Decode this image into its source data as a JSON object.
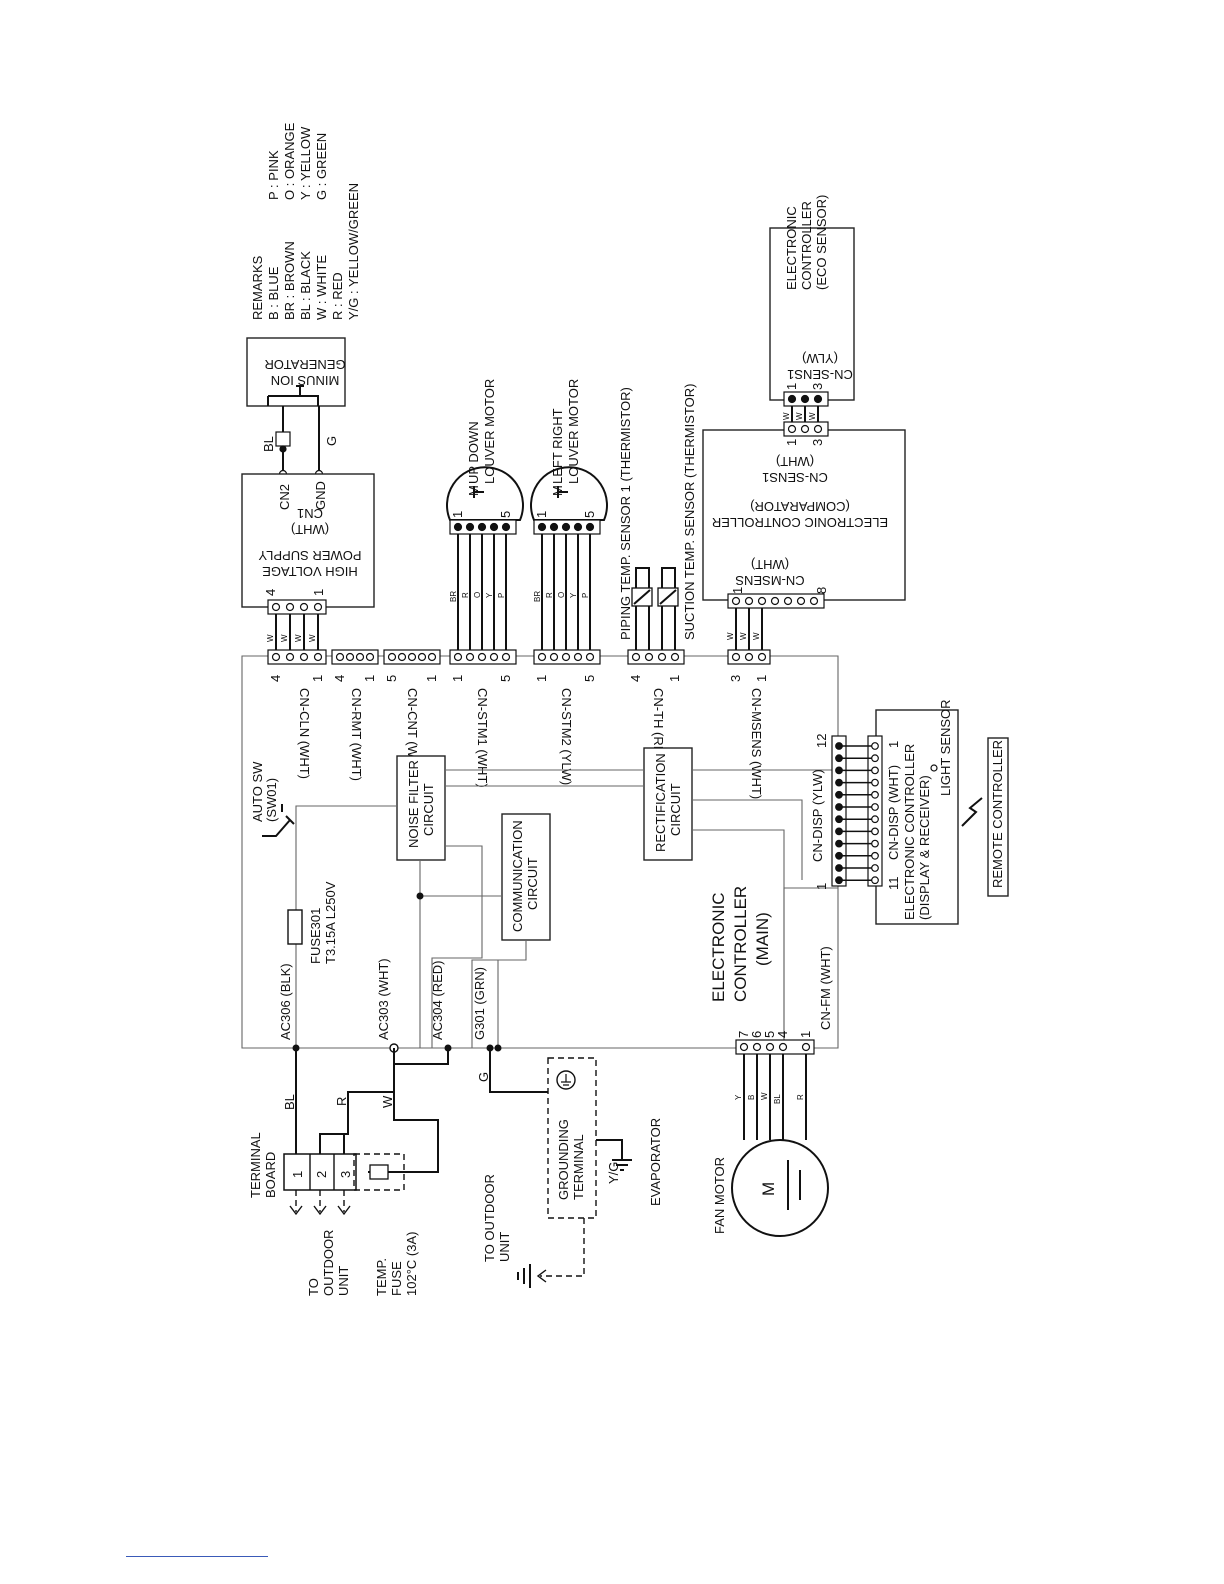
{
  "remarks": {
    "title": "REMARKS",
    "colors": [
      "B  : BLUE",
      "BR : BROWN",
      "BL : BLACK",
      "W  : WHITE",
      "R  : RED",
      "Y/G : YELLOW/GREEN",
      "P : PINK",
      "O : ORANGE",
      "Y : YELLOW",
      "G : GREEN"
    ]
  },
  "components": {
    "minus_ion": [
      "MINUS ION",
      "GENERATOR"
    ],
    "hv_supply": [
      "HIGH VOLTAGE",
      "POWER SUPPLY",
      "(WHT)",
      "CN1"
    ],
    "hv_pins": [
      "CN2",
      "GND"
    ],
    "up_down": [
      "UP DOWN",
      "LOUVER MOTOR"
    ],
    "left_right": [
      "LEFT RIGHT",
      "LOUVER MOTOR"
    ],
    "piping_sensor": "PIPING TEMP. SENSOR 1 (THERMISTOR)",
    "suction_sensor": "SUCTION TEMP. SENSOR (THERMISTOR)",
    "comparator": [
      "ELECTRONIC CONTROLLER",
      "(COMPARATOR)",
      "CN-SENS1",
      "(WHT)",
      "CN-MSENS",
      "(WHT)"
    ],
    "eco_sensor": [
      "ELECTRONIC",
      "CONTROLLER",
      "(ECO SENSOR)",
      "CN-SENS1",
      "(YLW)"
    ],
    "main_controller": [
      "ELECTRONIC",
      "CONTROLLER",
      "(MAIN)"
    ],
    "noise_filter": [
      "NOISE FILTER",
      "CIRCUIT"
    ],
    "communication": [
      "COMMUNICATION",
      "CIRCUIT"
    ],
    "rectification": [
      "RECTIFICATION",
      "CIRCUIT"
    ],
    "display": [
      "ELECTRONIC CONTROLLER",
      "(DISPLAY & RECEIVER)",
      "CN-DISP (WHT)",
      "CN-DISP (YLW)",
      "LIGHT SENSOR",
      "REMOTE CONTROLLER"
    ],
    "auto_sw": [
      "AUTO SW",
      "(SW01)"
    ],
    "fuse": [
      "FUSE301",
      "T3.15A L250V"
    ],
    "terminal_board": [
      "TERMINAL",
      "BOARD"
    ],
    "to_outdoor": [
      "TO",
      "OUTDOOR",
      "UNIT"
    ],
    "temp_fuse": [
      "TEMP.",
      "FUSE",
      "102°C (3A)"
    ],
    "to_outdoor2": [
      "TO OUTDOOR",
      "UNIT"
    ],
    "grounding": [
      "GROUNDING",
      "TERMINAL"
    ],
    "yg": "Y/G",
    "evaporator": "EVAPORATOR",
    "fan_motor": "FAN MOTOR",
    "motor_m": "M"
  },
  "connectors": {
    "cn_cln": "CN-CLN (WHT)",
    "cn_rmt": "CN-RMT (WHT)",
    "cn_cnt": "CN-CNT (WHT)",
    "cn_stm1": "CN-STM1 (WHT)",
    "cn_stm2": "CN-STM2 (YLW)",
    "cn_th": "CN-TH (RED)",
    "cn_msens": "CN-MSENS (WHT)",
    "cn_fm": "CN-FM (WHT)"
  },
  "lines": {
    "ac306": "AC306 (BLK)",
    "ac303": "AC303 (WHT)",
    "ac304": "AC304 (RED)",
    "g301": "G301 (GRN)",
    "bl": "BL",
    "r": "R",
    "w": "W",
    "g": "G"
  },
  "pin_numbers": {
    "one": "1",
    "three": "3",
    "four": "4",
    "five": "5",
    "six": "6",
    "seven": "7",
    "eight": "8",
    "eleven": "11",
    "twelve": "12"
  },
  "terminal_numbers": [
    "1",
    "2",
    "3"
  ],
  "wire_letters": {
    "louver": [
      "BR",
      "R",
      "O",
      "Y",
      "P"
    ],
    "fan": [
      "Y",
      "B",
      "W",
      "BL",
      "R"
    ],
    "white": "W"
  }
}
